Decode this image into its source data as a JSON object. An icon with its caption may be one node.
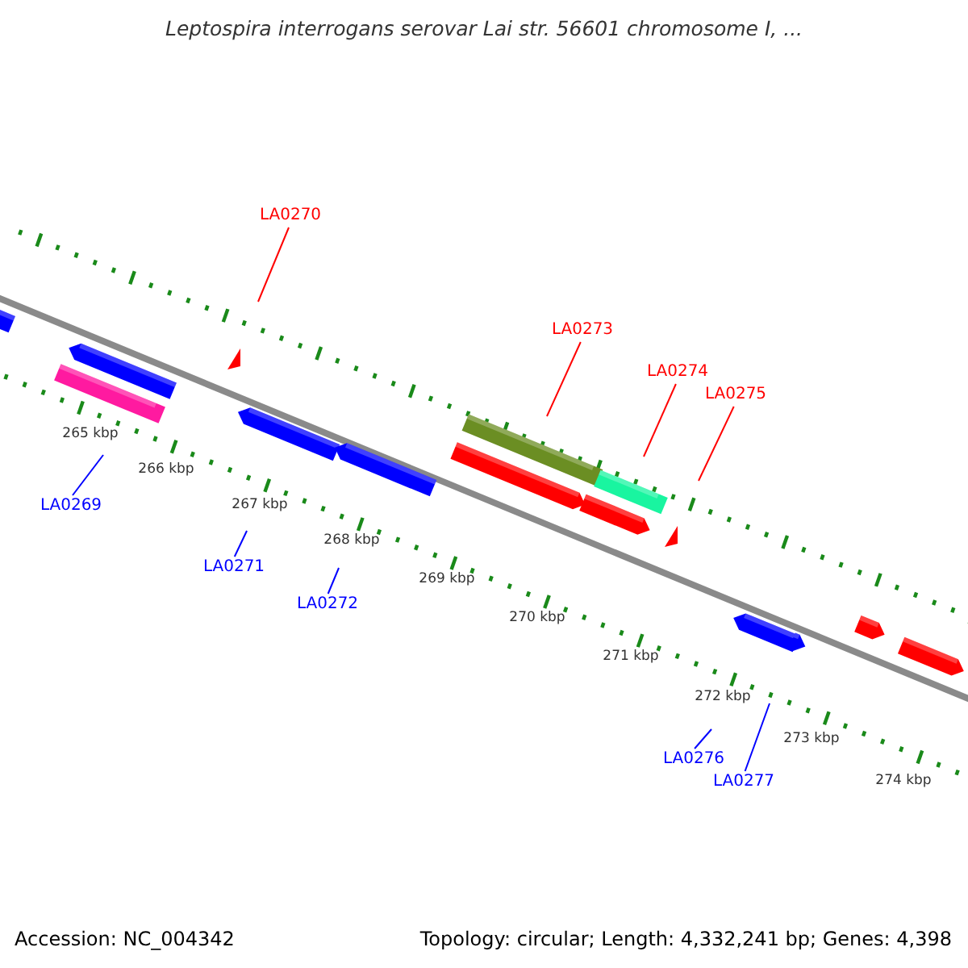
{
  "diagram": {
    "title": "Leptospira interrogans serovar Lai str. 56601 chromosome I, ...",
    "nodes": [
      {
        "text": [
          "LA0270"
        ]
      },
      {
        "text": [
          "LA0273"
        ]
      },
      {
        "text": [
          "LA0274"
        ]
      },
      {
        "text": [
          "LA0275"
        ]
      },
      {
        "text": [
          "LA0269"
        ]
      },
      {
        "text": [
          "LA0271"
        ]
      },
      {
        "text": [
          "LA0272"
        ]
      },
      {
        "text": [
          "LA0276"
        ]
      },
      {
        "text": [
          "LA0277"
        ]
      }
    ],
    "edges": [
      {
        "from": 0,
        "to": null,
        "arrow": "none",
        "color": "#ff0000"
      },
      {
        "from": 1,
        "to": null,
        "arrow": "none",
        "color": "#ff0000"
      },
      {
        "from": 2,
        "to": null,
        "arrow": "none",
        "color": "#ff0000"
      },
      {
        "from": 3,
        "to": null,
        "arrow": "none",
        "color": "#ff0000"
      },
      {
        "from": 4,
        "to": null,
        "arrow": "none"
      },
      {
        "from": 5,
        "to": null,
        "arrow": "none"
      },
      {
        "from": 6,
        "to": null,
        "arrow": "none"
      },
      {
        "from": 7,
        "to": null,
        "arrow": "none"
      },
      {
        "from": 8,
        "to": null,
        "arrow": "none"
      }
    ],
    "labels": [
      "265 kbp",
      "266 kbp",
      "267 kbp",
      "268 kbp",
      "269 kbp",
      "270 kbp",
      "271 kbp",
      "272 kbp",
      "273 kbp",
      "274 kbp",
      "Accession: NC_004342",
      "Topology: circular; Length: 4,332,241 bp; Genes: 4,398"
    ]
  }
}
